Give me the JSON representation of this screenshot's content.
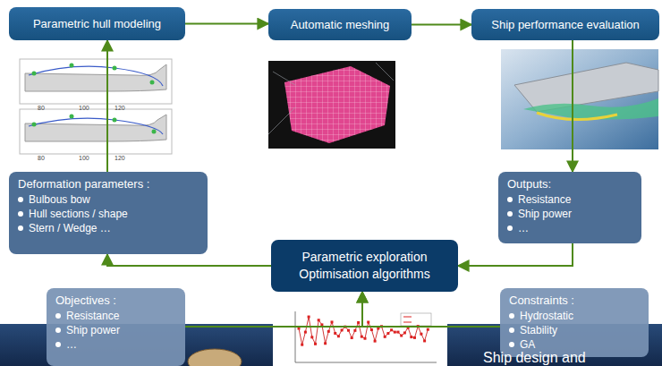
{
  "diagram": {
    "nodes": [
      {
        "text": [
          "Parametric hull modeling"
        ]
      },
      {
        "text": [
          "Automatic meshing"
        ]
      },
      {
        "text": [
          "Ship performance evaluation"
        ]
      },
      {
        "text": [
          "Outputs:",
          "Resistance",
          "Ship power",
          "…"
        ]
      },
      {
        "text": [
          "Parametric exploration Optimisation algorithms"
        ]
      },
      {
        "text": [
          "Deformation parameters :",
          "Bulbous bow",
          "Hull sections / shape",
          "Stern / Wedge …"
        ]
      },
      {
        "text": [
          "Objectives :",
          "Resistance",
          "Ship power",
          "…"
        ]
      },
      {
        "text": [
          "Constraints :",
          "Hydrostatic",
          "Stability",
          "GA"
        ]
      }
    ],
    "edges": [
      {
        "from": 0,
        "to": 1,
        "arrow": "to"
      },
      {
        "from": 1,
        "to": 2,
        "arrow": "to"
      },
      {
        "from": 2,
        "to": 3,
        "arrow": "to"
      },
      {
        "from": 3,
        "to": 4,
        "arrow": "to"
      },
      {
        "from": 4,
        "to": 5,
        "arrow": "to"
      },
      {
        "from": 5,
        "to": 0,
        "arrow": "to"
      },
      {
        "from": 6,
        "to": 4,
        "arrow": "to"
      },
      {
        "from": 7,
        "to": 4,
        "arrow": "to"
      }
    ],
    "labels": [
      "80",
      "100",
      "120",
      "80",
      "100",
      "120",
      "Ship design and"
    ]
  }
}
